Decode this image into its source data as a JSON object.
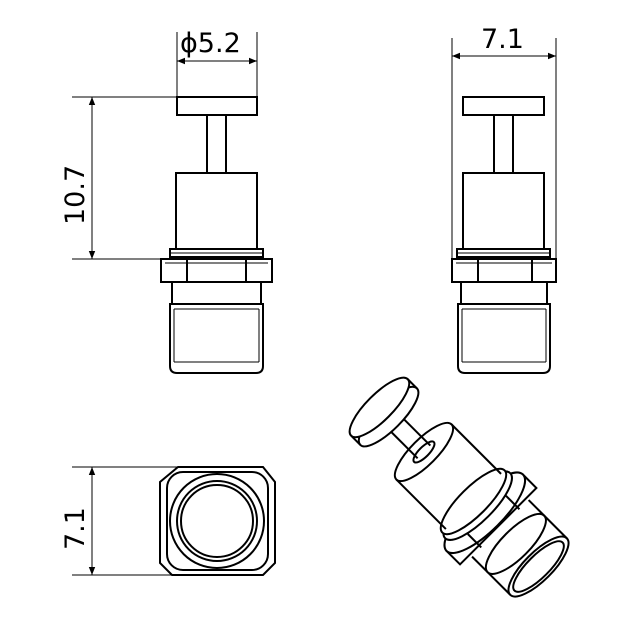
{
  "dimensions": {
    "front_head_diameter": "ϕ5.2",
    "front_height": "10.7",
    "side_width": "7.1",
    "bottom_width": "7.1"
  },
  "colors": {
    "line": "#000000",
    "background": "#ffffff"
  }
}
